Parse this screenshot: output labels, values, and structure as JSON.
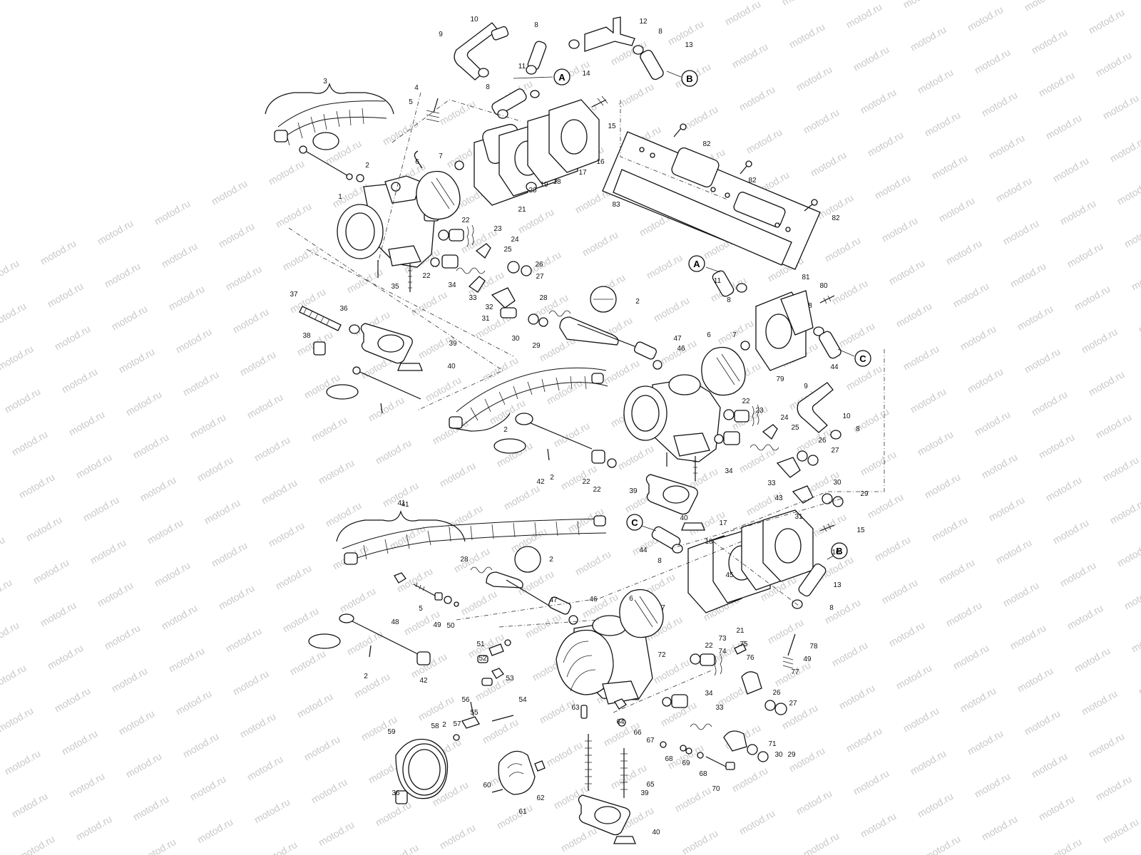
{
  "watermark": {
    "text": "motod.ru",
    "color": "#c8c8c8"
  },
  "markers": [
    {
      "id": "A1",
      "letter": "A"
    },
    {
      "id": "B1",
      "letter": "B"
    },
    {
      "id": "A2",
      "letter": "A"
    },
    {
      "id": "C1",
      "letter": "C"
    },
    {
      "id": "C2",
      "letter": "C"
    },
    {
      "id": "B2",
      "letter": "B"
    }
  ],
  "callouts": [
    "10",
    "9",
    "8",
    "12",
    "8",
    "13",
    "14",
    "11",
    "8",
    "3",
    "4",
    "5",
    "15",
    "82",
    "7",
    "6",
    "2",
    "1",
    "16",
    "17",
    "18",
    "19",
    "20",
    "21",
    "83",
    "82",
    "82",
    "22",
    "23",
    "24",
    "25",
    "22",
    "34",
    "26",
    "27",
    "33",
    "35",
    "32",
    "31",
    "28",
    "30",
    "29",
    "2",
    "37",
    "36",
    "38",
    "39",
    "40",
    "11",
    "8",
    "81",
    "80",
    "6",
    "7",
    "9",
    "8",
    "44",
    "79",
    "47",
    "46",
    "22",
    "23",
    "24",
    "25",
    "10",
    "8",
    "26",
    "27",
    "2",
    "41",
    "2",
    "42",
    "22",
    "22",
    "34",
    "33",
    "43",
    "30",
    "29",
    "31",
    "39",
    "40",
    "41",
    "28",
    "2",
    "44",
    "8",
    "17",
    "18",
    "15",
    "16",
    "13",
    "45",
    "8",
    "47",
    "46",
    "48",
    "5",
    "49",
    "50",
    "6",
    "7",
    "21",
    "72",
    "2",
    "42",
    "51",
    "52",
    "53",
    "54",
    "55",
    "56",
    "57",
    "2",
    "22",
    "73",
    "74",
    "75",
    "76",
    "78",
    "49",
    "77",
    "63",
    "64",
    "66",
    "34",
    "33",
    "26",
    "27",
    "71",
    "30",
    "29",
    "59",
    "58",
    "67",
    "68",
    "69",
    "68",
    "70",
    "65",
    "36",
    "60",
    "61",
    "62",
    "39",
    "40"
  ]
}
